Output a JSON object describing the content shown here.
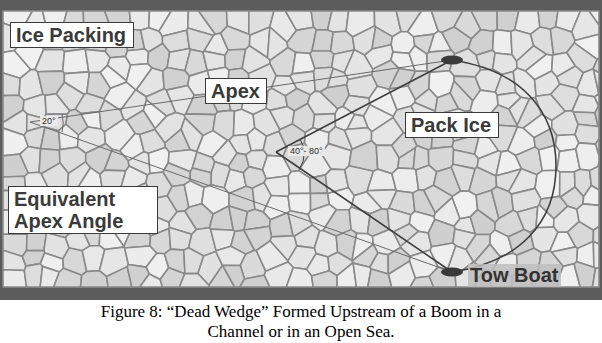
{
  "diagram": {
    "caption": "Figure 8: “Dead Wedge” Formed Upstream of a Boom in a Channel or in an Open Sea.",
    "nodes": [
      {
        "text": [
          "Ice Packing"
        ]
      },
      {
        "text": [
          "Apex"
        ]
      },
      {
        "text": [
          "Pack Ice"
        ]
      },
      {
        "text": [
          "Equivalent Apex Angle"
        ]
      }
    ],
    "labels": [
      "20°",
      "40°- 80°",
      "Tow Boat"
    ]
  }
}
